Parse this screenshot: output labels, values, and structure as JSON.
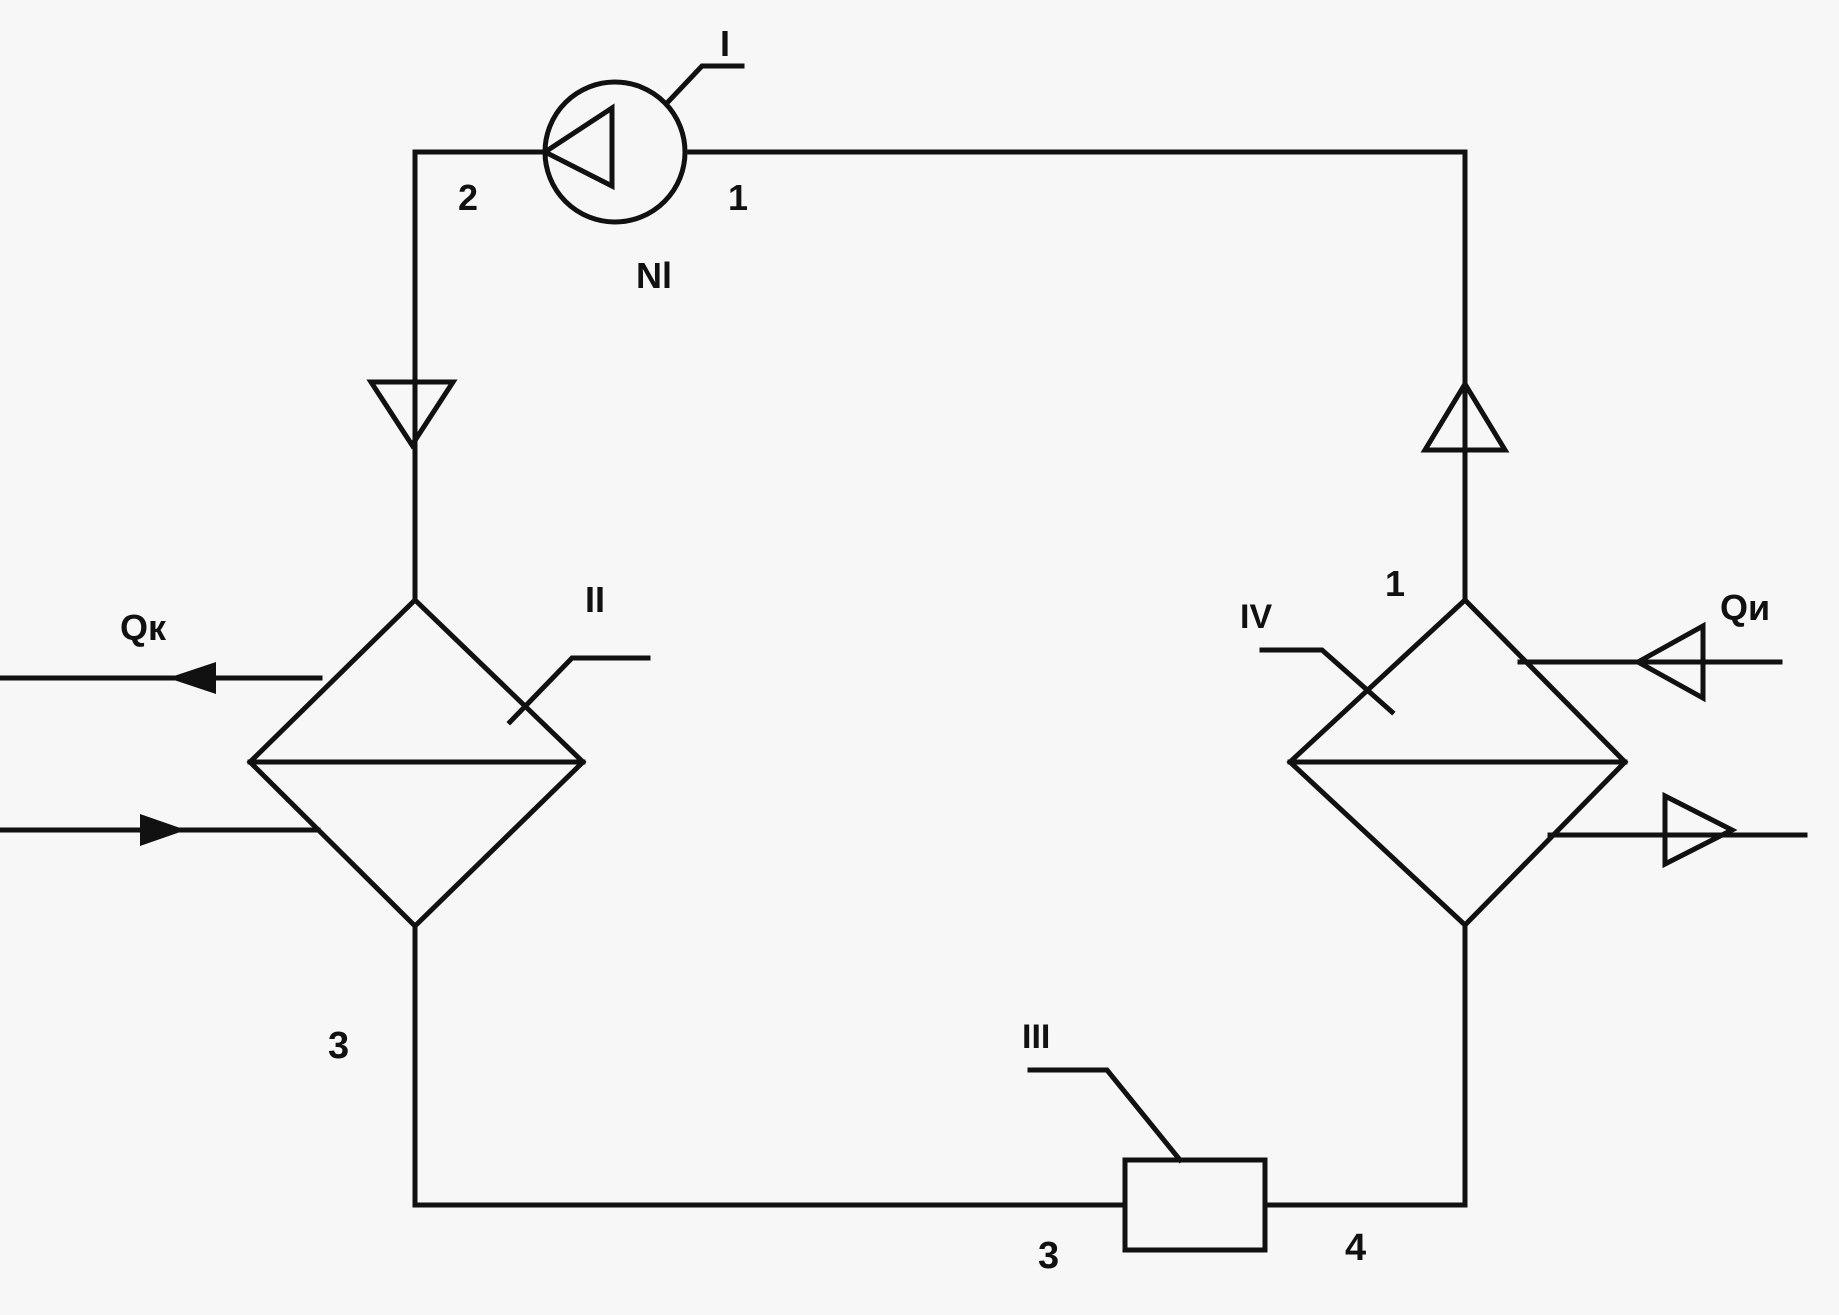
{
  "labels": {
    "compressor": "I",
    "condenser": "II",
    "throttle": "III",
    "evaporator": "IV",
    "power": "Nl",
    "heat_out": "Qк",
    "heat_in": "Qи",
    "point_1_top": "1",
    "point_2_top": "2",
    "point_1_right": "1",
    "point_3_left": "3",
    "point_3_bottom": "3",
    "point_4_bottom": "4"
  },
  "colors": {
    "line": "#111111",
    "background": "#f7f7f7"
  }
}
